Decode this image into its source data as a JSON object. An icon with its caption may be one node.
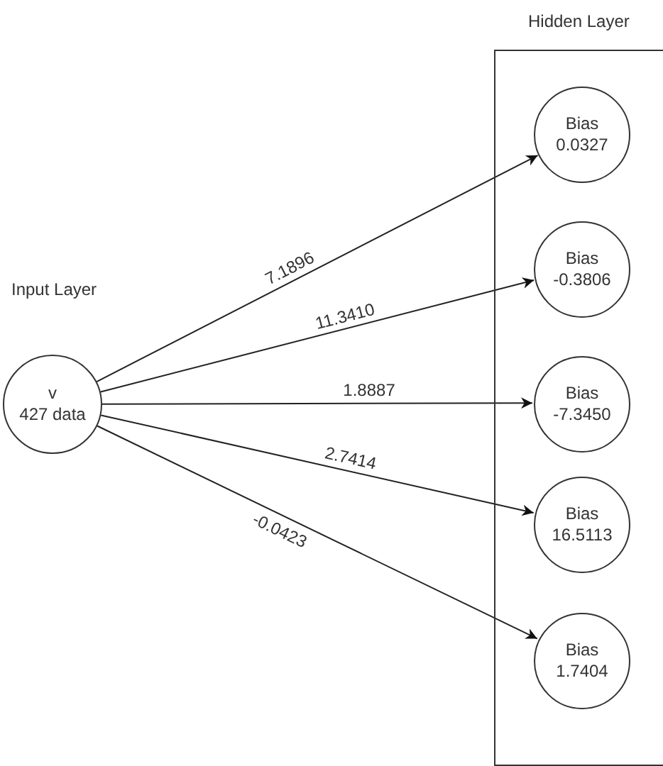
{
  "diagram": {
    "nodes": [
      {
        "text": [
          "v",
          "427 data"
        ]
      },
      {
        "text": [
          "Hidden Layer"
        ]
      },
      {
        "text": [
          "Bias",
          "0.0327"
        ],
        "in": 1
      },
      {
        "text": [
          "Bias",
          "-0.3806"
        ],
        "in": 1
      },
      {
        "text": [
          "Bias",
          "-7.3450"
        ],
        "in": 1
      },
      {
        "text": [
          "Bias",
          "16.5113"
        ],
        "in": 1
      },
      {
        "text": [
          "Bias",
          "1.7404"
        ],
        "in": 1
      }
    ],
    "edges": [
      {
        "from": 0,
        "to": 2,
        "arrow": "to",
        "label": "7.1896"
      },
      {
        "from": 0,
        "to": 3,
        "arrow": "to",
        "label": "11.3410"
      },
      {
        "from": 0,
        "to": 4,
        "arrow": "to",
        "label": "1.8887"
      },
      {
        "from": 0,
        "to": 5,
        "arrow": "to",
        "label": "2.7414"
      },
      {
        "from": 0,
        "to": 6,
        "arrow": "to",
        "label": "-0.0423"
      }
    ],
    "labels": [
      "Input Layer"
    ]
  }
}
